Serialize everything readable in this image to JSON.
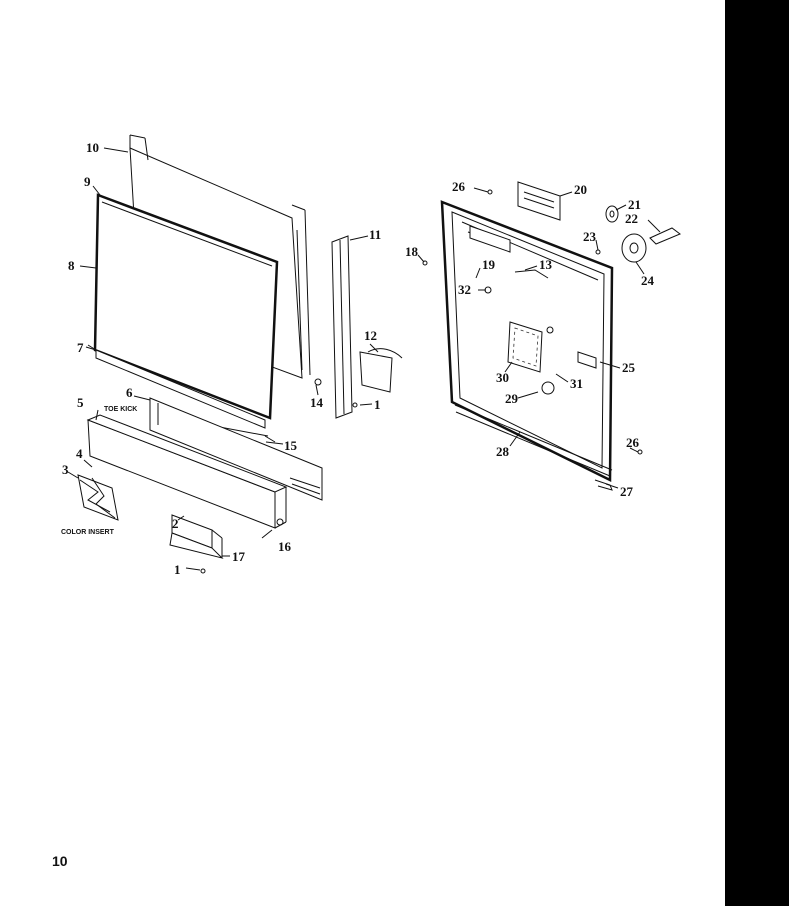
{
  "callouts": {
    "c1a": "1",
    "c1b": "1",
    "c2": "2",
    "c3": "3",
    "c4": "4",
    "c5": "5",
    "c6": "6",
    "c7": "7",
    "c8": "8",
    "c9": "9",
    "c10": "10",
    "c11": "11",
    "c12": "12",
    "c13": "13",
    "c14": "14",
    "c15": "15",
    "c16": "16",
    "c17": "17",
    "c18": "18",
    "c19": "19",
    "c20": "20",
    "c21": "21",
    "c22": "22",
    "c23": "23",
    "c24": "24",
    "c25": "25",
    "c26a": "26",
    "c26b": "26",
    "c27": "27",
    "c28": "28",
    "c29": "29",
    "c30": "30",
    "c31": "31",
    "c32": "32"
  },
  "notes": {
    "toe_kick": "TOE KICK",
    "color_insert": "COLOR INSERT"
  },
  "page_number": "10"
}
